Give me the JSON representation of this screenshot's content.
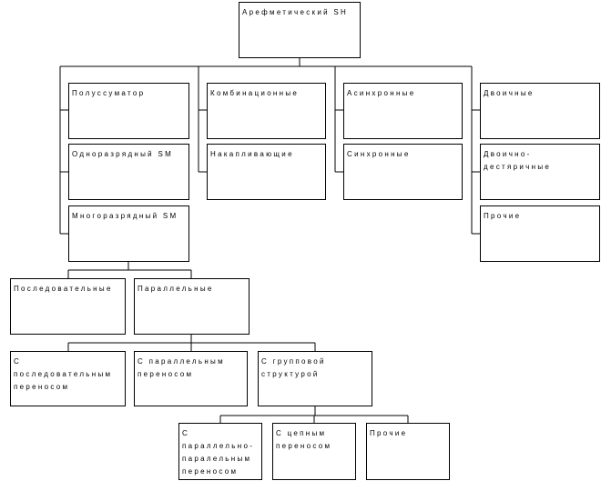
{
  "diagram": {
    "line_color": "#000000",
    "nodes": {
      "root": "Арефметический SH",
      "half_adder": "Полуссуматор",
      "single_digit": "Одноразрядный SM",
      "multi_digit": "Многоразрядный SM",
      "combinational": "Комбинационные",
      "accumulating": "Накапливающие",
      "asynchronous": "Асинхронные",
      "synchronous": "Синхронные",
      "binary": "Двоичные",
      "binary_decimal": "Двоично-дестяричные",
      "other_top": "Прочие",
      "sequential": "Последовательные",
      "parallel": "Параллельные",
      "seq_carry": "С последовательным переносом",
      "par_carry": "С параллельным переносом",
      "group_struct": "С групповой структурой",
      "par_par_carry": "С параллельно-паралельным переносом",
      "chain_carry": "С цепным переносом",
      "other_bottom": "Прочие"
    }
  }
}
